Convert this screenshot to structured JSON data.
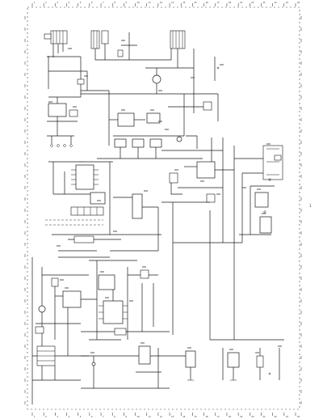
{
  "sheet": {
    "type": "circuit-schematic",
    "background": "#ffffff",
    "ink_color": "#1a1a1a",
    "border_style": "dashed"
  },
  "margin_marks": {
    "top": [
      "1",
      "2",
      "3",
      "4",
      "5",
      "6",
      "7",
      "8",
      "9",
      "10",
      "11",
      "12",
      "13",
      "14",
      "15",
      "16",
      "17",
      "18",
      "19",
      "20",
      "21",
      "22",
      "23",
      "24"
    ],
    "bottom": [
      "1",
      "2",
      "3",
      "4",
      "5",
      "6",
      "7",
      "8",
      "9",
      "10",
      "11",
      "12",
      "13",
      "14",
      "15",
      "16",
      "17",
      "18",
      "19",
      "20",
      "21",
      "22",
      "23",
      "24"
    ],
    "right_label": "1"
  }
}
